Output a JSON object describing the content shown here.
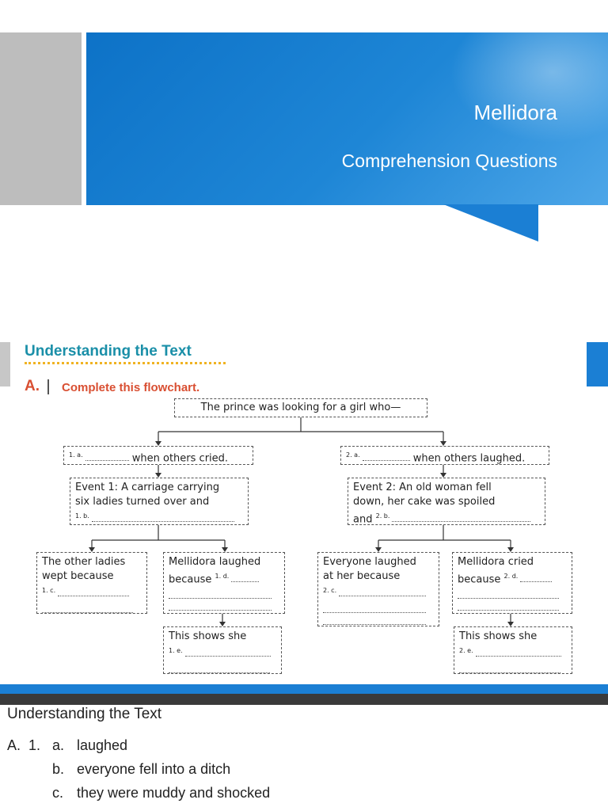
{
  "slide1": {
    "title": "Mellidora",
    "subtitle": "Comprehension Questions"
  },
  "worksheet": {
    "heading": "Understanding the Text",
    "exercise_letter": "A.",
    "exercise_title": "Complete this flowchart.",
    "top_box": "The prince was looking for a girl who—",
    "left": {
      "cond_label": "1. a.",
      "cond_text": "when others cried.",
      "event_text_1": "Event 1: A carriage carrying",
      "event_text_2": "six ladies turned over and",
      "event_label": "1. b.",
      "others_text_1": "The other ladies",
      "others_text_2": "wept because",
      "others_label": "1. c.",
      "mell_text_1": "Mellidora laughed",
      "mell_text_2": "because",
      "mell_label": "1. d.",
      "shows_text": "This shows she",
      "shows_label": "1. e."
    },
    "right": {
      "cond_label": "2. a.",
      "cond_text": "when others laughed.",
      "event_text_1": "Event 2: An old woman fell",
      "event_text_2": "down, her cake was spoiled",
      "event_text_3": "and",
      "event_label": "2. b.",
      "others_text_1": "Everyone laughed",
      "others_text_2": "at her because",
      "others_label": "2. c.",
      "mell_text_1": "Mellidora cried",
      "mell_text_2": "because",
      "mell_label": "2. d.",
      "shows_text": "This shows she",
      "shows_label": "2. e."
    }
  },
  "answers": {
    "heading": "Understanding the Text",
    "section": "A.",
    "number": "1.",
    "items": [
      {
        "letter": "a.",
        "text": "laughed"
      },
      {
        "letter": "b.",
        "text": "everyone fell into a ditch"
      },
      {
        "letter": "c.",
        "text": "they were muddy and shocked"
      }
    ]
  },
  "colors": {
    "blue": "#1b7fd4",
    "teal_heading": "#1a8fa8",
    "orange_red": "#d94f32",
    "dot_yellow": "#f0b323"
  }
}
